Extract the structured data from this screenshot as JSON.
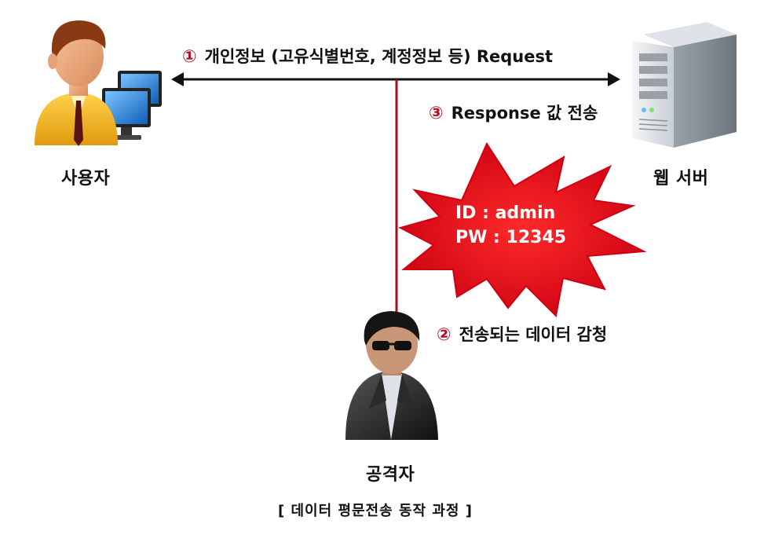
{
  "actors": {
    "user": {
      "label": "사용자",
      "icon": "user-with-computers-icon"
    },
    "server": {
      "label": "웹 서버",
      "icon": "web-server-icon"
    },
    "attacker": {
      "label": "공격자",
      "icon": "attacker-icon"
    }
  },
  "steps": [
    {
      "num": "①",
      "text": "개인정보 (고유식별번호, 계정정보 등) Request"
    },
    {
      "num": "②",
      "text": "전송되는 데이터 감청"
    },
    {
      "num": "③",
      "text": "Response 값 전송"
    }
  ],
  "leaked": {
    "id_line": "ID : admin",
    "pw_line": "PW : 12345"
  },
  "caption": "[ 데이터 평문전송 동작 과정 ]",
  "colors": {
    "burst": "#e0101c",
    "step_number": "#b0102a",
    "intercept_line": "#a01020",
    "user_shirt": "#f4b21b",
    "monitor": "#1e78d2"
  }
}
